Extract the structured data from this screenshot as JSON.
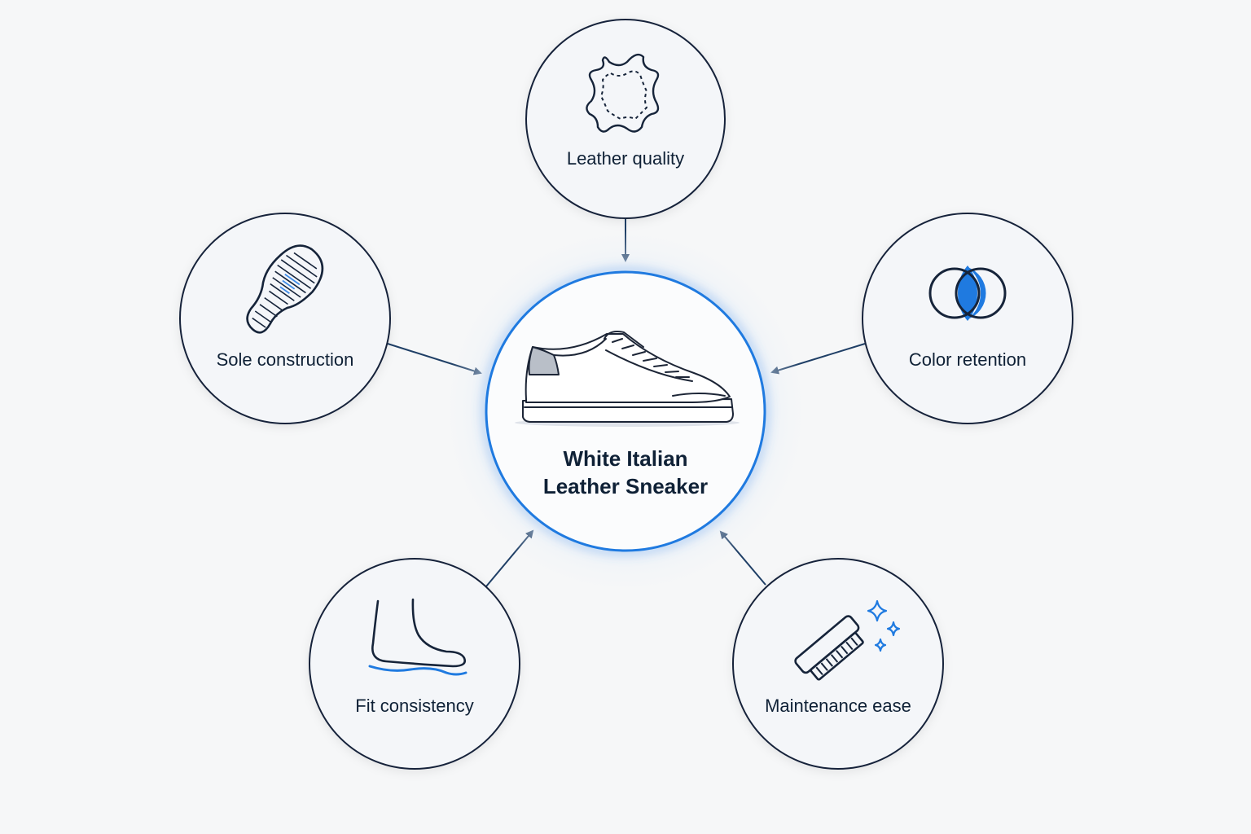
{
  "center": {
    "title_line1": "White Italian",
    "title_line2": "Leather Sneaker"
  },
  "factors": [
    {
      "label": "Leather quality",
      "icon": "leather-hide-icon"
    },
    {
      "label": "Sole construction",
      "icon": "shoe-sole-icon"
    },
    {
      "label": "Color retention",
      "icon": "color-circles-icon"
    },
    {
      "label": "Fit consistency",
      "icon": "foot-icon"
    },
    {
      "label": "Maintenance ease",
      "icon": "cleaning-brush-icon"
    }
  ],
  "colors": {
    "accent": "#1f7ae0",
    "outline": "#16243a",
    "arrow": "#1f3f66",
    "background": "#f6f7f8",
    "node_fill": "#f4f6f9"
  }
}
